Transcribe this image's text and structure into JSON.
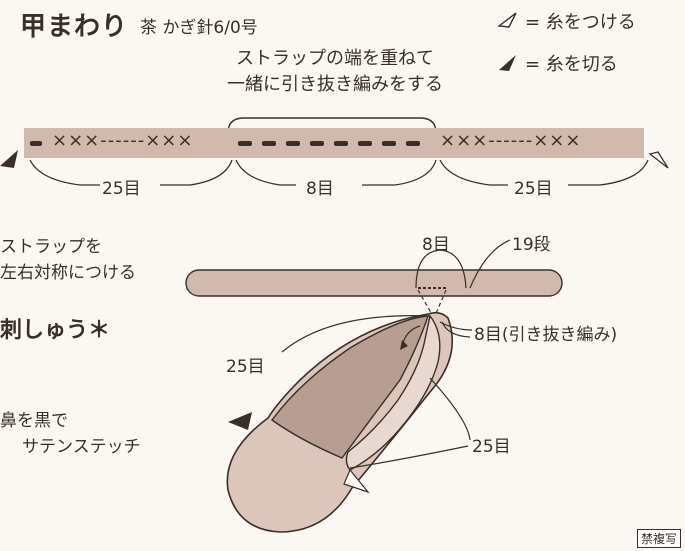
{
  "title": {
    "main": "甲まわり",
    "sub": "茶 かぎ針6/0号"
  },
  "legend": {
    "attach": "= 糸をつける",
    "cut": "= 糸を切る"
  },
  "note": {
    "line1": "ストラップの端を重ねて",
    "line2": "一緒に引き抜き編みをする"
  },
  "chart": {
    "left_group": "×××------×××",
    "right_group": "×××------×××",
    "stitches_left": "25目",
    "stitches_center": "8目",
    "stitches_right": "25目"
  },
  "strap": {
    "note_line1": "ストラップを",
    "note_line2": "左右対称につける",
    "label_8": "8目",
    "label_19": "19段"
  },
  "embroidery": {
    "heading": "刺しゅう＊",
    "nose_line1": "鼻を黒で",
    "nose_line2": "サテンステッチ"
  },
  "shoe": {
    "label_left": "25目",
    "label_right": "25目",
    "label_top": "8目(引き抜き編み)"
  },
  "copyright": "禁複写",
  "colors": {
    "band": "#d2b9ad",
    "shoe_light": "#dcc6bc",
    "shoe_dark": "#b79d92",
    "ink": "#3a2f28"
  }
}
